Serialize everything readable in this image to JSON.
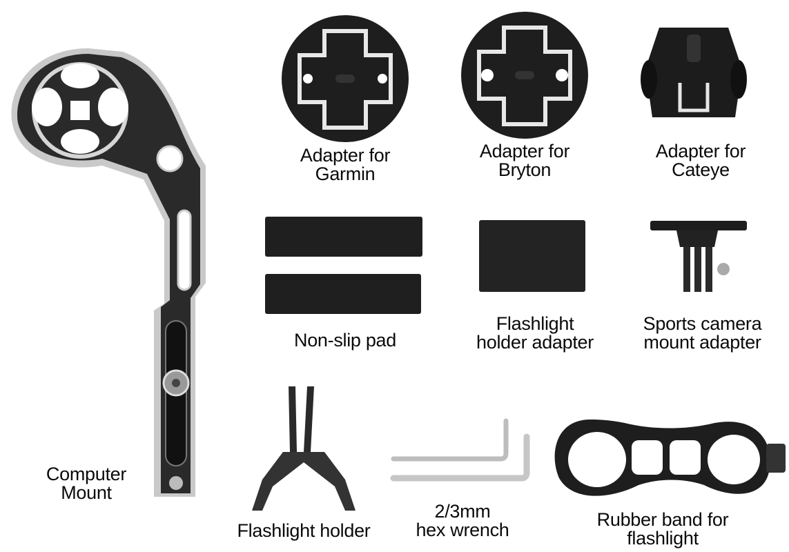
{
  "products": {
    "computer_mount": {
      "line1": "Computer",
      "line2": "Mount"
    },
    "adapter_garmin": {
      "line1": "Adapter for",
      "line2": "Garmin"
    },
    "adapter_bryton": {
      "line1": "Adapter for",
      "line2": "Bryton"
    },
    "adapter_cateye": {
      "line1": "Adapter for",
      "line2": "Cateye"
    },
    "non_slip_pad": {
      "line1": "Non-slip pad"
    },
    "flashlight_holder_adapter": {
      "line1": "Flashlight",
      "line2": "holder adapter"
    },
    "sports_camera_adapter": {
      "line1": "Sports camera",
      "line2": "mount adapter"
    },
    "flashlight_holder": {
      "line1": "Flashlight holder"
    },
    "hex_wrench": {
      "line1": "2/3mm",
      "line2": "hex wrench"
    },
    "rubber_band": {
      "line1": "Rubber band for",
      "line2": "flashlight"
    }
  },
  "colors": {
    "metal_dark": "#2a2a2a",
    "metal_edge": "#c8c8c8",
    "rubber": "#1e1e1e",
    "background": "#ffffff"
  }
}
